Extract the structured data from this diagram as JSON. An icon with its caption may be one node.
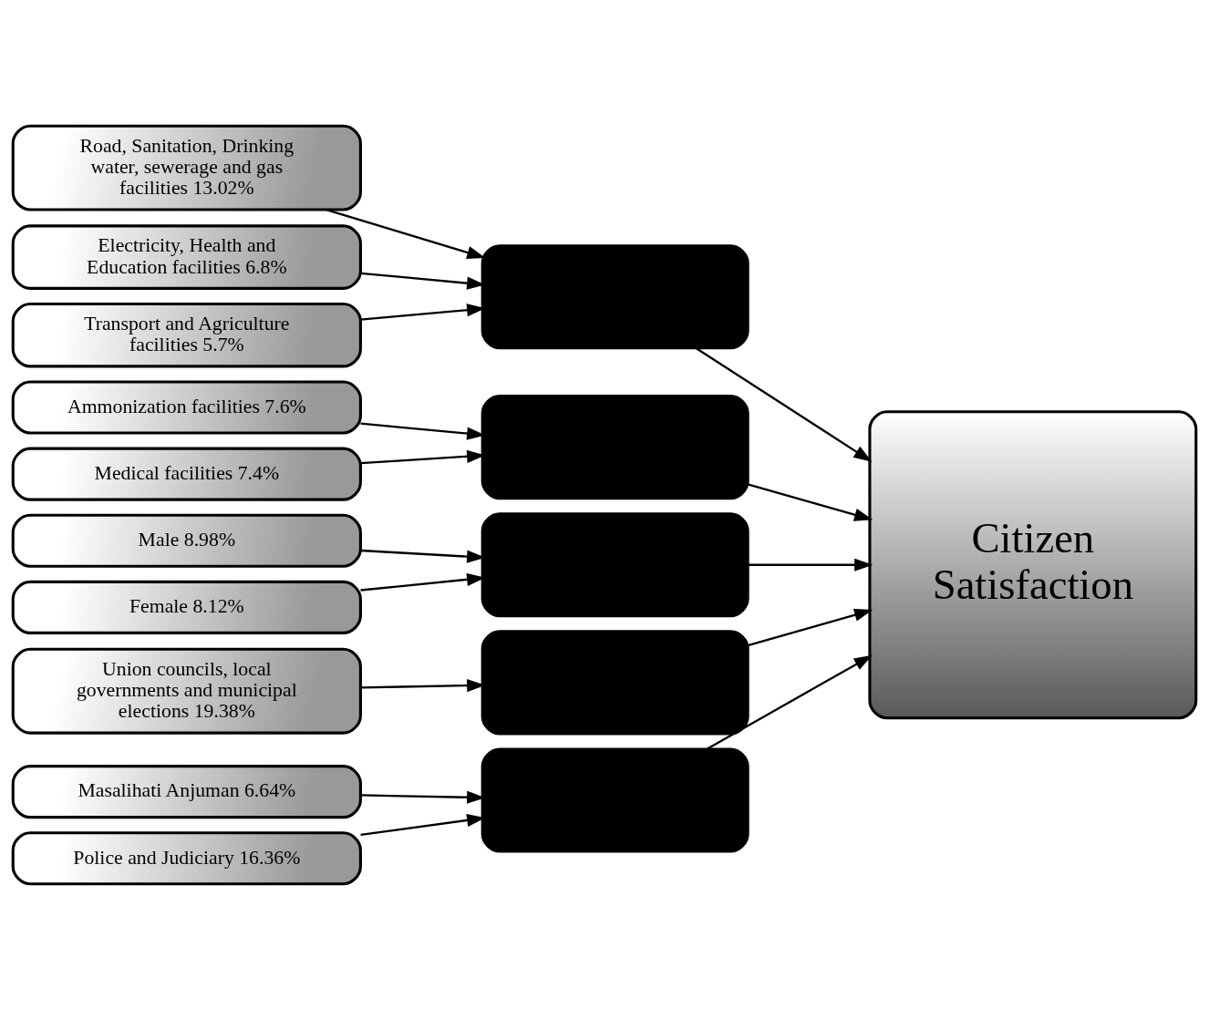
{
  "diagram": {
    "nodes": [
      {
        "text": [
          "Road, Sanitation, Drinking water, sewerage and gas facilities 13.02%"
        ]
      },
      {
        "text": [
          "Electricity, Health and Education facilities 6.8%"
        ]
      },
      {
        "text": [
          "Transport and Agriculture facilities 5.7%"
        ]
      },
      {
        "text": [
          "Ammonization facilities 7.6%"
        ]
      },
      {
        "text": [
          "Medical facilities 7.4%"
        ]
      },
      {
        "text": [
          "Male 8.98%"
        ]
      },
      {
        "text": [
          "Female 8.12%"
        ]
      },
      {
        "text": [
          "Union councils, local governments and municipal elections 19.38%"
        ]
      },
      {
        "text": [
          "Masalihati Anjuman 6.64%"
        ]
      },
      {
        "text": [
          "Police and Judiciary 16.36%"
        ]
      },
      {
        "text": [],
        "shape": "box"
      },
      {
        "text": [],
        "shape": "box"
      },
      {
        "text": [],
        "shape": "box"
      },
      {
        "text": [],
        "shape": "box"
      },
      {
        "text": [],
        "shape": "box"
      },
      {
        "text": [
          "Citizen Satisfaction"
        ]
      }
    ],
    "edges": [
      {
        "from": 0,
        "to": 10,
        "arrow": "to"
      },
      {
        "from": 1,
        "to": 10,
        "arrow": "to"
      },
      {
        "from": 2,
        "to": 10,
        "arrow": "to"
      },
      {
        "from": 3,
        "to": 11,
        "arrow": "to"
      },
      {
        "from": 4,
        "to": 11,
        "arrow": "to"
      },
      {
        "from": 5,
        "to": 12,
        "arrow": "to"
      },
      {
        "from": 6,
        "to": 12,
        "arrow": "to"
      },
      {
        "from": 7,
        "to": 13,
        "arrow": "to"
      },
      {
        "from": 8,
        "to": 14,
        "arrow": "to"
      },
      {
        "from": 9,
        "to": 14,
        "arrow": "to"
      },
      {
        "from": 10,
        "to": 15,
        "arrow": "to"
      },
      {
        "from": 11,
        "to": 15,
        "arrow": "to"
      },
      {
        "from": 12,
        "to": 15,
        "arrow": "to"
      },
      {
        "from": 13,
        "to": 15,
        "arrow": "to"
      },
      {
        "from": 14,
        "to": 15,
        "arrow": "to"
      }
    ]
  }
}
